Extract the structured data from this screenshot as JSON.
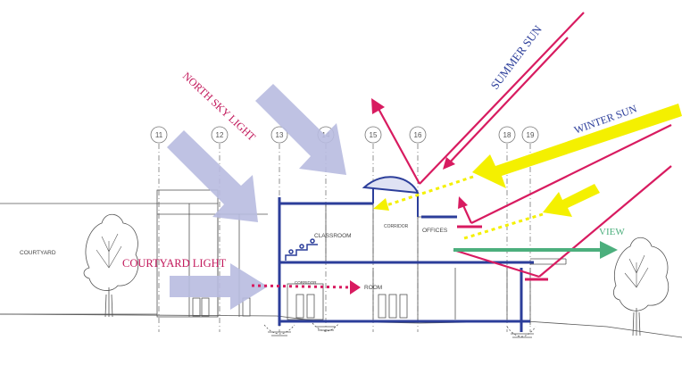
{
  "grid_labels": [
    "11",
    "12",
    "13",
    "14",
    "15",
    "16",
    "18",
    "19"
  ],
  "labels": {
    "summer_sun": "SUMMER SUN",
    "winter_sun": "WINTER SUN",
    "north_sky_light": "NORTH SKY LIGHT",
    "courtyard_light": "COURTYARD LIGHT",
    "view": "VIEW",
    "courtyard": "COURTYARD",
    "classroom": "CLASSROOM",
    "corridor": "CORRIDOR",
    "offices": "OFFICES",
    "corridor_lower": "CORRIDOR",
    "room": "ROOM"
  },
  "colors": {
    "summer_sun": "#d81b60",
    "winter_sun": "#f4f000",
    "sky_light": "#b8bbe0",
    "view": "#4caf7d",
    "structure": "#2c3e9a",
    "line": "#555555",
    "grid": "#777777",
    "label_red": "#c2185b",
    "label_blue": "#2c3e9a"
  }
}
